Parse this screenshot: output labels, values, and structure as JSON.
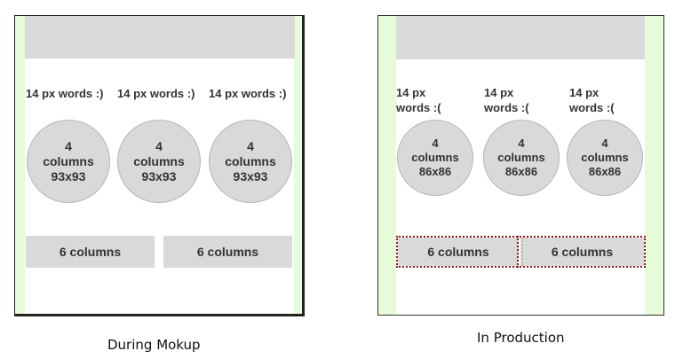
{
  "mockup": {
    "words": [
      "14 px words :)",
      "14 px words :)",
      "14 px words :)"
    ],
    "circles": [
      {
        "line1": "4",
        "line2": "columns",
        "line3": "93x93"
      },
      {
        "line1": "4",
        "line2": "columns",
        "line3": "93x93"
      },
      {
        "line1": "4",
        "line2": "columns",
        "line3": "93x93"
      }
    ],
    "bars": [
      "6 columns",
      "6 columns"
    ],
    "caption": "During Mokup"
  },
  "production": {
    "words": [
      {
        "line1": "14 px",
        "line2": "words :("
      },
      {
        "line1": "14 px",
        "line2": "words :("
      },
      {
        "line1": "14 px",
        "line2": "words :("
      }
    ],
    "circles": [
      {
        "line1": "4",
        "line2": "columns",
        "line3": "86x86"
      },
      {
        "line1": "4",
        "line2": "columns",
        "line3": "86x86"
      },
      {
        "line1": "4",
        "line2": "columns",
        "line3": "86x86"
      }
    ],
    "bars": [
      "6 columns",
      "6 columns"
    ],
    "caption": "In Production"
  },
  "colors": {
    "gutter": "#e6fbd9",
    "block": "#d9d9d9",
    "outline": "#8b1a1a"
  }
}
